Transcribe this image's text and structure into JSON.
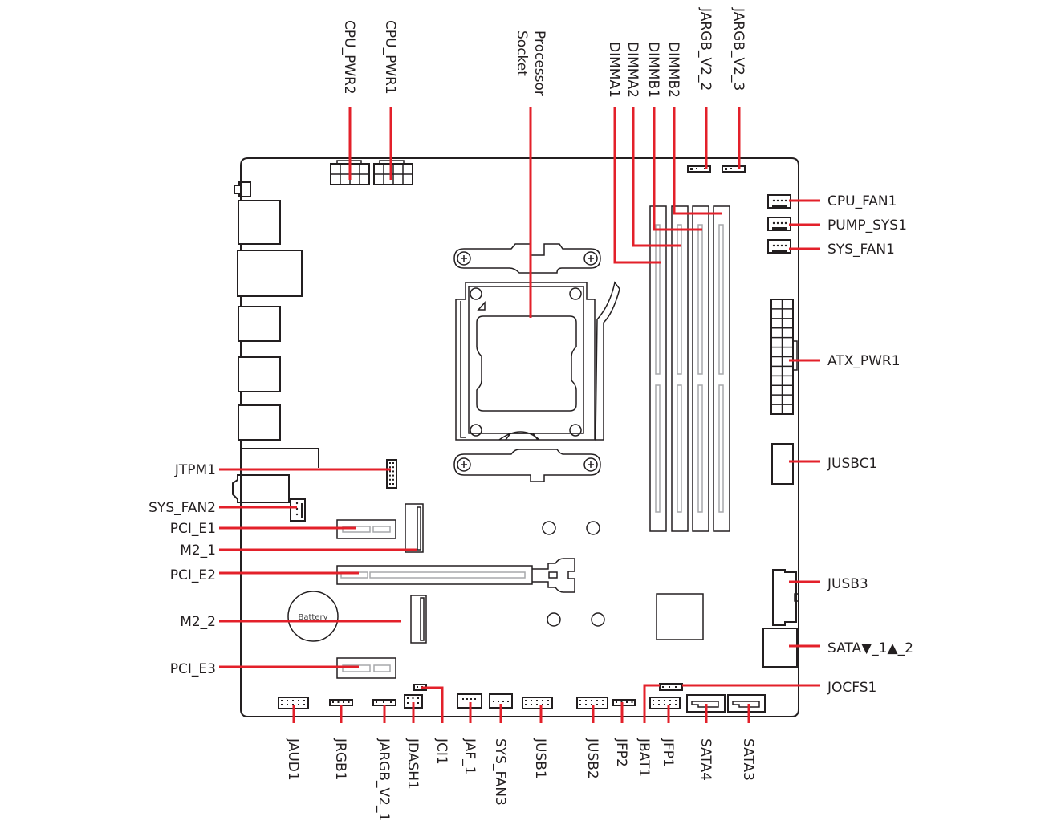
{
  "title": "Motherboard layout overview",
  "accent_color": "#e3202a",
  "outline_color": "#231f20",
  "board": {
    "battery_text": "Battery"
  },
  "labels": {
    "top": [
      {
        "id": "cpu-pwr2",
        "text": "CPU_PWR2"
      },
      {
        "id": "cpu-pwr1",
        "text": "CPU_PWR1"
      },
      {
        "id": "processor-socket",
        "lines": [
          "Processor",
          "Socket"
        ]
      },
      {
        "id": "dimma1",
        "text": "DIMMA1"
      },
      {
        "id": "dimma2",
        "text": "DIMMA2"
      },
      {
        "id": "dimmb1",
        "text": "DIMMB1"
      },
      {
        "id": "dimmb2",
        "text": "DIMMB2"
      },
      {
        "id": "jargb-v2-2",
        "text": "JARGB_V2_2"
      },
      {
        "id": "jargb-v2-3",
        "text": "JARGB_V2_3"
      }
    ],
    "right": [
      {
        "id": "cpu-fan1",
        "text": "CPU_FAN1"
      },
      {
        "id": "pump-sys1",
        "text": "PUMP_SYS1"
      },
      {
        "id": "sys-fan1",
        "text": "SYS_FAN1"
      },
      {
        "id": "atx-pwr1",
        "text": "ATX_PWR1"
      },
      {
        "id": "jusbc1",
        "text": "JUSBC1"
      },
      {
        "id": "jusb3",
        "text": "JUSB3"
      },
      {
        "id": "sata-1-2",
        "text": "SATA▼_1▲_2"
      },
      {
        "id": "jocfs1",
        "text": "JOCFS1"
      }
    ],
    "left": [
      {
        "id": "jtpm1",
        "text": "JTPM1"
      },
      {
        "id": "sys-fan2",
        "text": "SYS_FAN2"
      },
      {
        "id": "pci-e1",
        "text": "PCI_E1"
      },
      {
        "id": "m2-1",
        "text": "M2_1"
      },
      {
        "id": "pci-e2",
        "text": "PCI_E2"
      },
      {
        "id": "m2-2",
        "text": "M2_2"
      },
      {
        "id": "pci-e3",
        "text": "PCI_E3"
      }
    ],
    "bottom": [
      {
        "id": "jaud1",
        "text": "JAUD1"
      },
      {
        "id": "jrgb1",
        "text": "JRGB1"
      },
      {
        "id": "jargb-v2-1",
        "text": "JARGB_V2_1"
      },
      {
        "id": "jdash1",
        "text": "JDASH1"
      },
      {
        "id": "jci1",
        "text": "JCI1"
      },
      {
        "id": "jaf-1",
        "text": "JAF_1"
      },
      {
        "id": "sys-fan3",
        "text": "SYS_FAN3"
      },
      {
        "id": "jusb1",
        "text": "JUSB1"
      },
      {
        "id": "jusb2",
        "text": "JUSB2"
      },
      {
        "id": "jfp2",
        "text": "JFP2"
      },
      {
        "id": "jbat1",
        "text": "JBAT1"
      },
      {
        "id": "jfp1",
        "text": "JFP1"
      },
      {
        "id": "sata4",
        "text": "SATA4"
      },
      {
        "id": "sata3",
        "text": "SATA3"
      }
    ]
  }
}
